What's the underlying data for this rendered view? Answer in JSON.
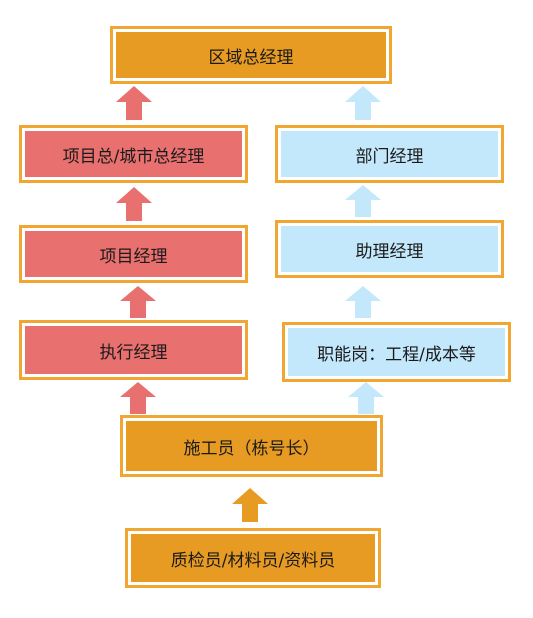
{
  "colors": {
    "frame": "#F0A630",
    "orange": "#E89B23",
    "red": "#E8706F",
    "blue": "#C4E8FB",
    "arrow_red": "#E8706F",
    "arrow_blue": "#C4E8FB",
    "arrow_orange": "#E89B23"
  },
  "nodes": {
    "regional_gm": "区域总经理",
    "project_city_gm": "项目总/城市总经理",
    "project_manager": "项目经理",
    "executive_manager": "执行经理",
    "department_manager": "部门经理",
    "assistant_manager": "助理经理",
    "functional_posts": "职能岗：工程/成本等",
    "construction_worker": "施工员（栋号长）",
    "inspectors": "质检员/材料员/资料员"
  }
}
